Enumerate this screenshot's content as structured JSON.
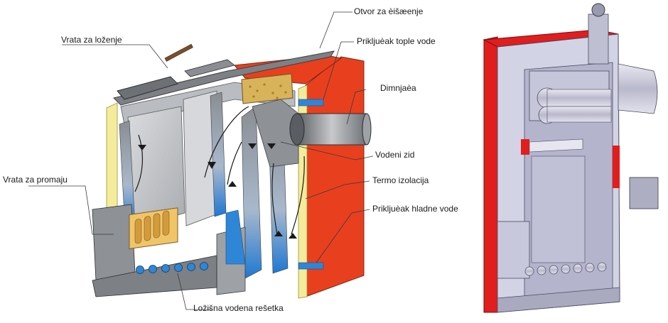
{
  "labels": {
    "loading_door": "Vrata za loženje",
    "cleaning_opening": "Otvor za èišæenje",
    "hot_water_connection": "Prikljuèak tople vode",
    "chimney": "Dimnjaèa",
    "water_wall": "Vodeni zid",
    "thermal_insulation": "Termo izolacija",
    "cold_water_connection": "Prikljuèak hladne vode",
    "draft_door": "Vrata za promaju",
    "water_grate": "Ložišna vodena rešetka"
  },
  "colors": {
    "casing_red": "#e8401e",
    "insulation_yellow": "#f4ec9a",
    "water_blue": "#2f86d6",
    "steel_grey": "#9a9ea3",
    "steel_light": "#c9ccd0",
    "render_red": "#e01e1e",
    "render_lavender": "#d3d3e6"
  }
}
